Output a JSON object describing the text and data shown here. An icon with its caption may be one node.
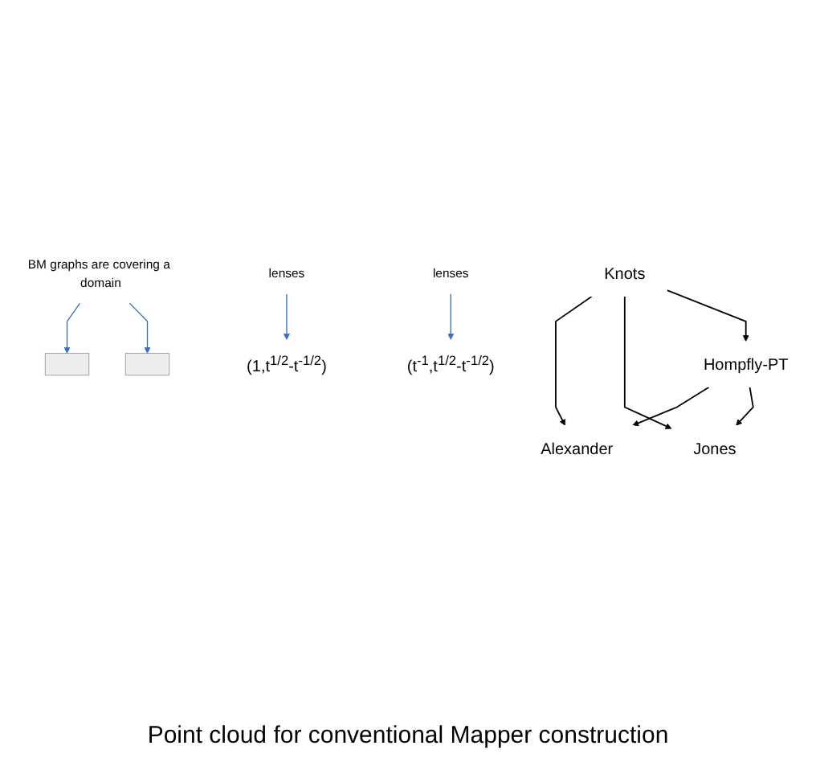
{
  "diagram": {
    "caption": "Point cloud for conventional Mapper construction",
    "nodes": [
      {
        "text": [],
        "shape": "box"
      },
      {
        "text": [
          "BM graphs are covering a domain"
        ]
      },
      {
        "text": [],
        "shape": "box"
      },
      {
        "text": [
          "Alexander"
        ]
      },
      {
        "text": [
          "Jones"
        ]
      },
      {
        "text": [
          "Knots"
        ]
      },
      {
        "text": [
          "Hompfly-PT"
        ]
      },
      {
        "text": [
          "(1,t$^{1/2}$-t$^{-1/2}$)"
        ]
      },
      {
        "text": [
          "(t$^{-1}$,t$^{1/2}$-t$^{-1/2}$)"
        ]
      },
      {
        "text": [
          "lenses"
        ]
      },
      {
        "text": [
          "lenses"
        ]
      }
    ],
    "edges": [
      {
        "from": 1,
        "to": 0,
        "arrow": "to",
        "color": "#3b6fb6"
      },
      {
        "from": 1,
        "to": 2,
        "arrow": "to",
        "color": "#3b6fb6"
      },
      {
        "from": 5,
        "to": 3,
        "arrow": "to"
      },
      {
        "from": 5,
        "to": 4,
        "arrow": "to"
      },
      {
        "from": 5,
        "to": 6,
        "arrow": "to"
      },
      {
        "from": 6,
        "to": 3,
        "arrow": "to"
      },
      {
        "from": 6,
        "to": 4,
        "arrow": "to"
      },
      {
        "from": 9,
        "to": 7,
        "arrow": "to",
        "color": "#3b6fb6"
      },
      {
        "from": 10,
        "to": 8,
        "arrow": "to",
        "color": "#3b6fb6"
      }
    ]
  }
}
